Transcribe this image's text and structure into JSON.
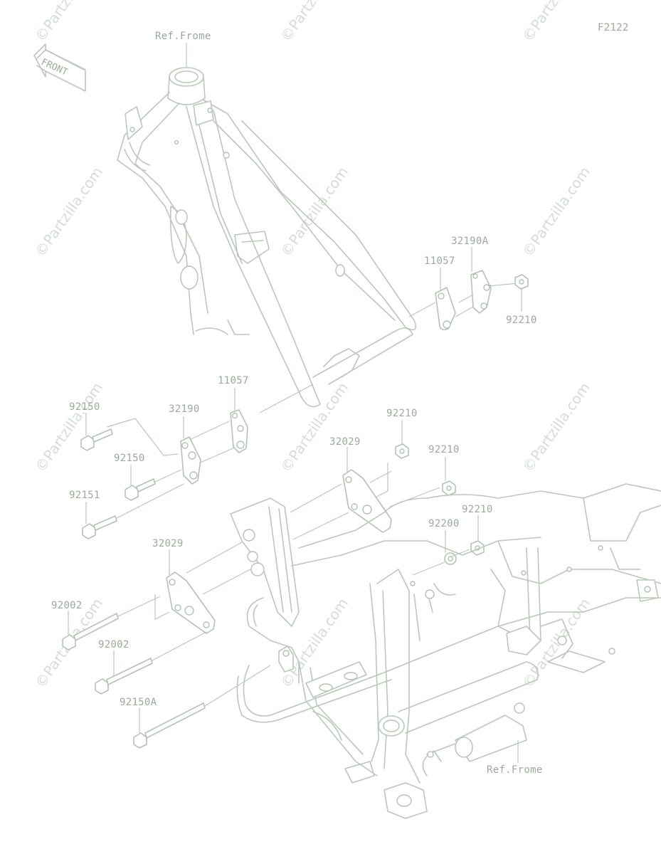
{
  "diagram_code": "F2122",
  "front_marker": "FRONT",
  "ref_frame_top": "Ref.Frome",
  "ref_frame_bottom": "Ref.Frome",
  "watermark": "©Partzilla.com",
  "parts": {
    "p32190A": "32190A",
    "p11057_upper": "11057",
    "p92210_upper": "92210",
    "p11057_mid": "11057",
    "p92150_a": "92150",
    "p32190": "32190",
    "p92150_b": "92150",
    "p92151": "92151",
    "p92210_b": "92210",
    "p32029_right": "32029",
    "p92210_c": "92210",
    "p92210_d": "92210",
    "p92200": "92200",
    "p32029_left": "32029",
    "p92002_a": "92002",
    "p92002_b": "92002",
    "p92150A": "92150A"
  },
  "colors": {
    "line": "#b9c8b9",
    "text": "#9aaa9a",
    "watermark": "#c9d6c9"
  }
}
